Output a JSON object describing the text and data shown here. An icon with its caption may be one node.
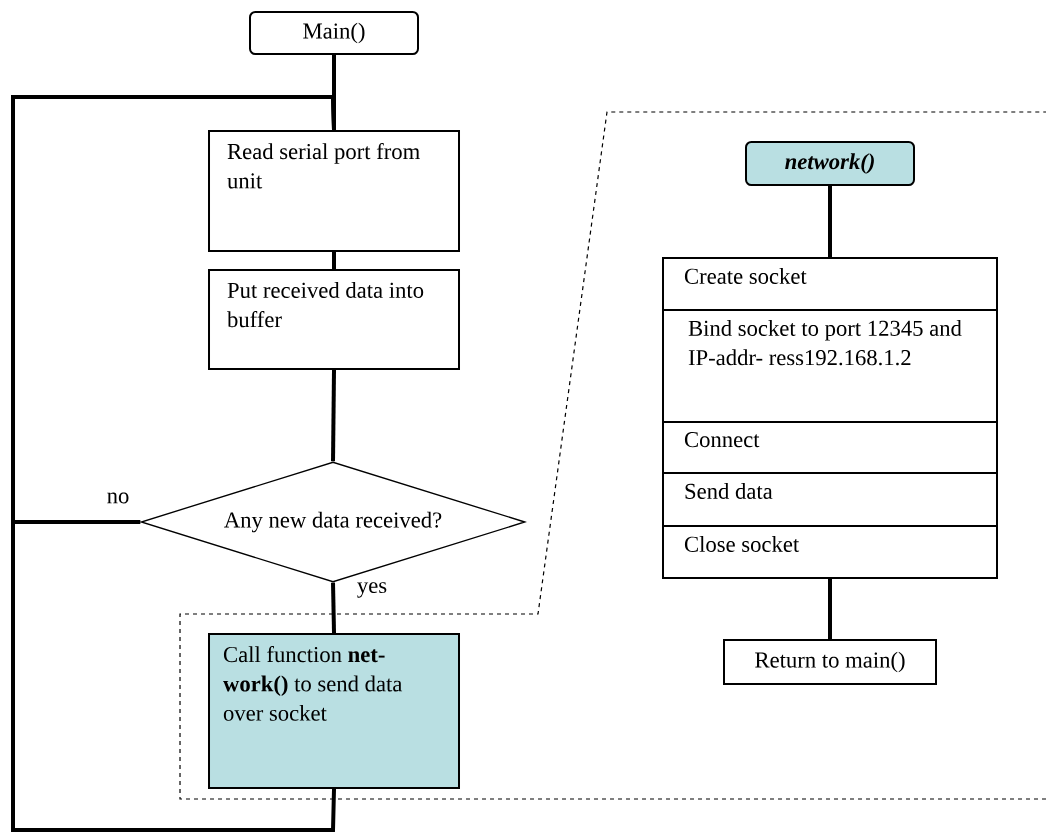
{
  "diagram": {
    "nodes": [
      {
        "text": [
          "Main()"
        ]
      },
      {
        "text": [
          "Read serial port from unit"
        ]
      },
      {
        "text": [
          "Put received data into buffer"
        ]
      },
      {
        "text": [
          "Any new data received?"
        ]
      },
      {
        "text": [
          "Call function **net- work()** to send data over socket"
        ]
      },
      {
        "text": [
          "network()"
        ]
      },
      {
        "text": [
          "Create socket"
        ]
      },
      {
        "text": [
          "Bind socket to port 12345 and IP-addr- ress192.168.1.2"
        ]
      },
      {
        "text": [
          "Connect"
        ]
      },
      {
        "text": [
          "Send data"
        ]
      },
      {
        "text": [
          "Close socket"
        ]
      },
      {
        "text": [
          "Return to main()"
        ]
      }
    ],
    "edges": [
      {
        "from": 0,
        "to": 1,
        "arrow": "none"
      },
      {
        "from": 1,
        "to": 2,
        "arrow": "none"
      },
      {
        "from": 2,
        "to": 3,
        "arrow": "none"
      },
      {
        "from": 3,
        "to": 4,
        "arrow": "none",
        "label": "yes"
      },
      {
        "from": 3,
        "to": 1,
        "arrow": "none",
        "label": "no"
      },
      {
        "from": 4,
        "to": 1,
        "arrow": "none"
      },
      {
        "from": 5,
        "to": 6,
        "arrow": "none"
      },
      {
        "from": 10,
        "to": 11,
        "arrow": "none"
      }
    ]
  }
}
